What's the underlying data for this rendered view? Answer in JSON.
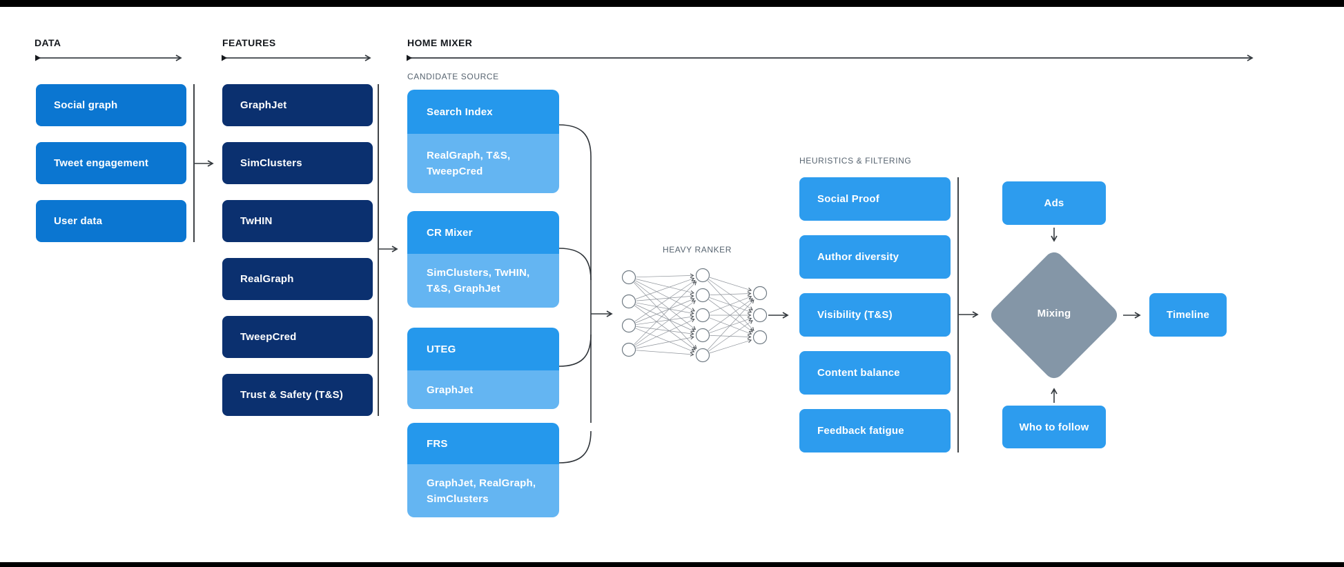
{
  "sections": {
    "data": {
      "header": "DATA",
      "items": [
        "Social graph",
        "Tweet engagement",
        "User data"
      ]
    },
    "features": {
      "header": "FEATURES",
      "items": [
        "GraphJet",
        "SimClusters",
        "TwHIN",
        "RealGraph",
        "TweepCred",
        "Trust & Safety (T&S)"
      ]
    },
    "home_mixer": {
      "header": "HOME MIXER"
    }
  },
  "candidate_source": {
    "label": "CANDIDATE SOURCE",
    "sources": [
      {
        "name": "Search Index",
        "features": "RealGraph, T&S, TweepCred"
      },
      {
        "name": "CR Mixer",
        "features": "SimClusters, TwHIN, T&S, GraphJet"
      },
      {
        "name": "UTEG",
        "features": "GraphJet"
      },
      {
        "name": "FRS",
        "features": "GraphJet, RealGraph, SimClusters"
      }
    ]
  },
  "heavy_ranker": {
    "label": "HEAVY RANKER",
    "layers": [
      4,
      5,
      3
    ]
  },
  "heuristics": {
    "label": "HEURISTICS & FILTERING",
    "items": [
      "Social Proof",
      "Author diversity",
      "Visibility (T&S)",
      "Content balance",
      "Feedback fatigue"
    ]
  },
  "mixing": {
    "top_input": "Ads",
    "node": "Mixing",
    "bottom_input": "Who to follow",
    "output": "Timeline"
  },
  "colors": {
    "data_box": "#0b76d1",
    "features_box": "#0b306f",
    "source_head": "#2598ec",
    "source_sub": "#64b5f2",
    "filter_box": "#2d9cee",
    "mixing_diamond": "#8496a7",
    "connector": "#2e3338",
    "section_label": "#56636f"
  }
}
